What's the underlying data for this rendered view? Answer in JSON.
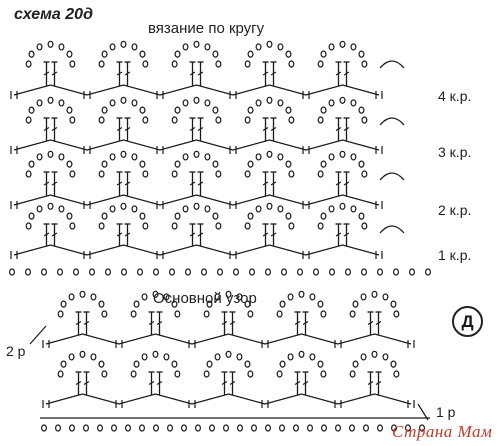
{
  "header": {
    "title": "схема 20д",
    "subtitle": "вязание по кругу"
  },
  "round_rows": [
    {
      "label": "4 к.р."
    },
    {
      "label": "3 к.р."
    },
    {
      "label": "2 к.р."
    },
    {
      "label": "1 к.р."
    }
  ],
  "main_pattern": {
    "title": "Основной узор",
    "badge": "Д",
    "row_labels": [
      {
        "label": "2 р"
      },
      {
        "label": "1 р"
      }
    ]
  },
  "watermark": "Страна Мам",
  "colors": {
    "ink": "#1a1a1a",
    "watermark": "#c0392b"
  }
}
